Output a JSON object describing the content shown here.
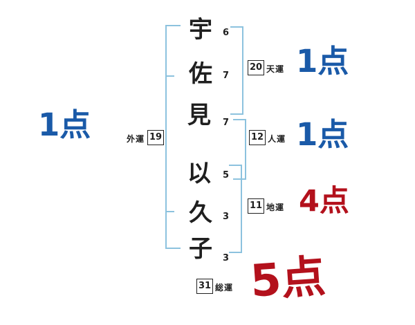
{
  "name_chars": [
    {
      "char": "宇",
      "strokes": "6"
    },
    {
      "char": "佐",
      "strokes": "7"
    },
    {
      "char": "見",
      "strokes": "7"
    },
    {
      "char": "以",
      "strokes": "5"
    },
    {
      "char": "久",
      "strokes": "3"
    },
    {
      "char": "子",
      "strokes": "3"
    }
  ],
  "fortunes": {
    "gaiun": {
      "label": "外運",
      "value": "19",
      "score": "1点"
    },
    "tenun": {
      "label": "天運",
      "value": "20",
      "score": "1点"
    },
    "jinun": {
      "label": "人運",
      "value": "12",
      "score": "1点"
    },
    "chiun": {
      "label": "地運",
      "value": "11",
      "score": "4点"
    },
    "soun": {
      "label": "総運",
      "value": "31",
      "score": "5点"
    }
  },
  "colors": {
    "bracket_blue": "#8cc2de",
    "score_blue": "#1a5aa8",
    "score_red": "#b3111c",
    "ink": "#1f1f1f"
  }
}
